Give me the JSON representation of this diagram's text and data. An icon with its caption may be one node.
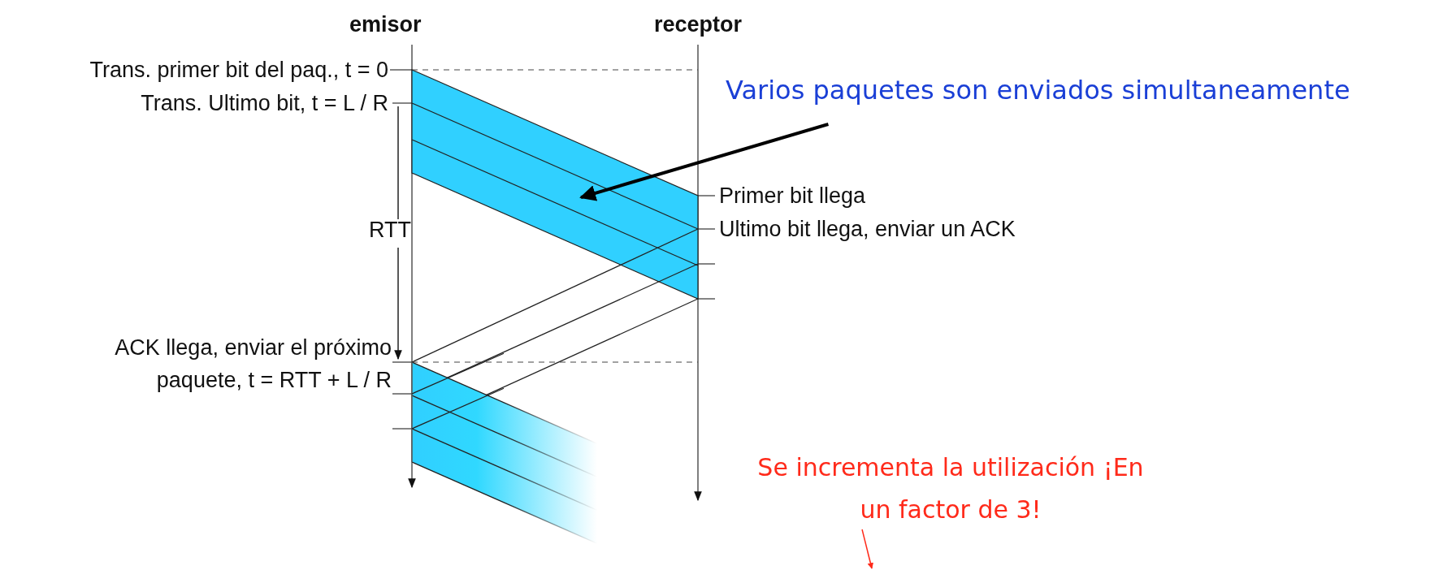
{
  "diagram": {
    "nodes": [
      {
        "text": [
          "Varios paquetes son enviados simultaneamente"
        ]
      },
      {
        "text": [],
        "shape": "bar"
      },
      {
        "text": [
          "Se incrementa la utilización ¡En un factor de 3!"
        ]
      }
    ],
    "edges": [
      {
        "from": 0,
        "to": 1,
        "arrow": "to"
      },
      {
        "from": 2,
        "to": null,
        "arrow": "to",
        "color": "#ff2a1a"
      }
    ],
    "labels": [
      "emisor",
      "receptor",
      "Trans. primer bit del paq., t = 0",
      "Trans. Ultimo bit, t = L / R",
      "Primer bit llega",
      "Ultimo bit llega, enviar un ACK",
      "RTT",
      "ACK llega, enviar el próximo paquete, t = RTT + L / R"
    ]
  }
}
